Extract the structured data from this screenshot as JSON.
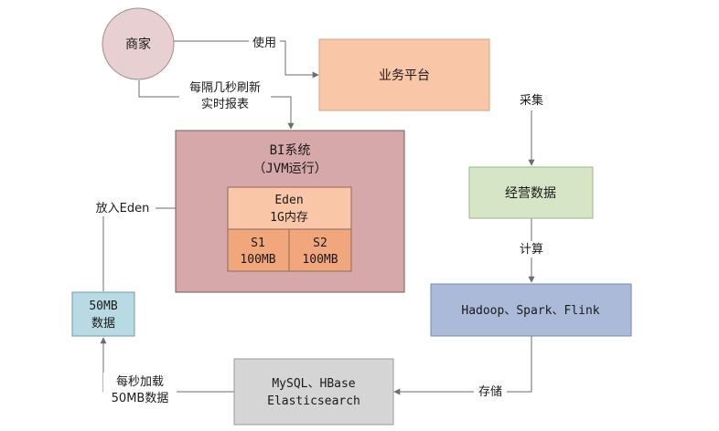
{
  "nodes": {
    "merchant": {
      "label": "商家",
      "color": "#e8cfd1"
    },
    "business_platform": {
      "label": "业务平台",
      "color": "#f9c6a8"
    },
    "bi_system": {
      "title": "BI系统",
      "subtitle": "（JVM运行）",
      "color": "#d7a8aa"
    },
    "eden": {
      "line1": "Eden",
      "line2": "1G内存",
      "color": "#f9c6a8"
    },
    "s1": {
      "line1": "S1",
      "line2": "100MB",
      "color": "#f2a67b"
    },
    "s2": {
      "line1": "S2",
      "line2": "100MB",
      "color": "#f2a67b"
    },
    "business_data": {
      "label": "经营数据",
      "color": "#d6e5c6"
    },
    "compute": {
      "label": "Hadoop、Spark、Flink",
      "color": "#aabad8"
    },
    "storage": {
      "line1": "MySQL、HBase",
      "line2": "Elasticsearch",
      "color": "#d5d5d5"
    },
    "batch_data": {
      "line1": "50MB",
      "line2": "数据",
      "color": "#b8dbe3"
    }
  },
  "edges": {
    "use": "使用",
    "refresh": {
      "line1": "每隔几秒刷新",
      "line2": "实时报表"
    },
    "collect": "采集",
    "calculate": "计算",
    "store": "存储",
    "load": {
      "line1": "每秒加载",
      "line2": "50MB数据"
    },
    "into_eden": "放入Eden"
  }
}
